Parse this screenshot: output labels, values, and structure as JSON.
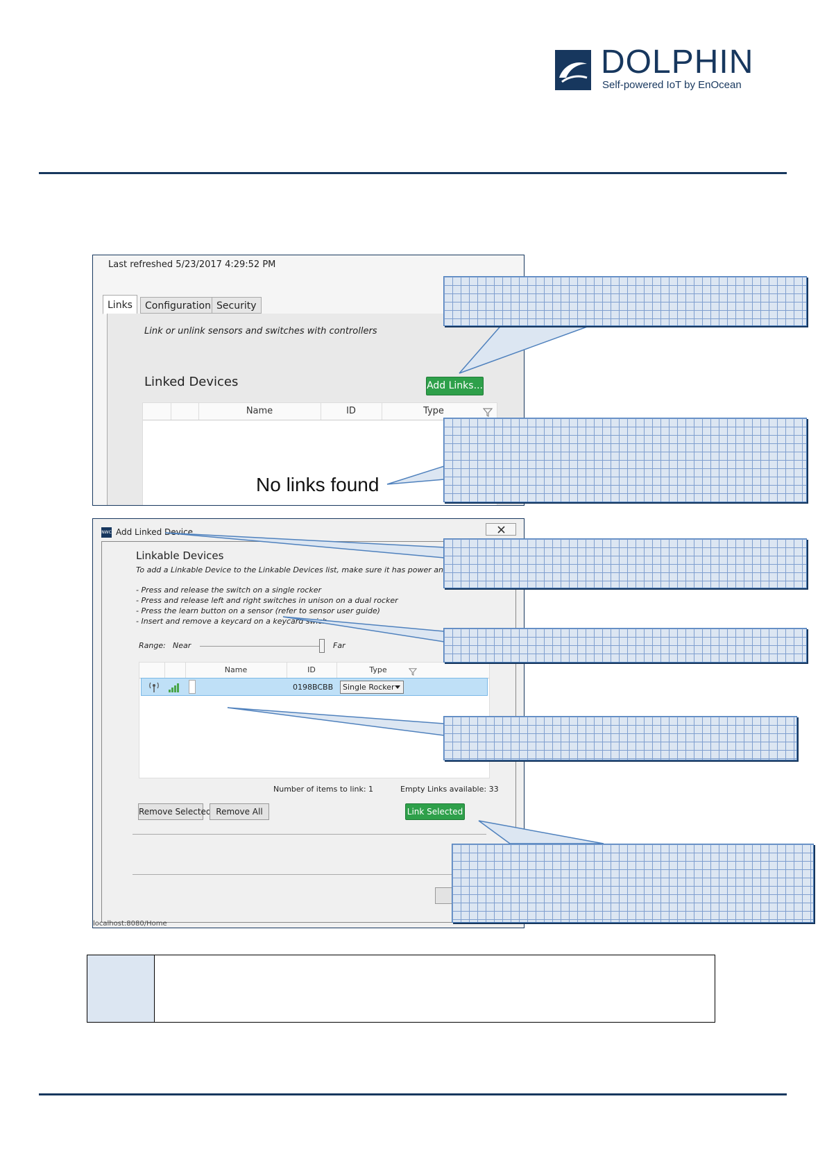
{
  "logo": {
    "name": "DOLPHIN",
    "tagline": "Self-powered IoT by EnOcean"
  },
  "screen1": {
    "last_refreshed": "Last refreshed 5/23/2017 4:29:52 PM",
    "tabs": [
      "Links",
      "Configuration",
      "Security"
    ],
    "description": "Link or unlink sensors and switches with controllers",
    "section_title": "Linked Devices",
    "add_links_button": "Add Links...",
    "columns": [
      "Name",
      "ID",
      "Type"
    ],
    "empty_message": "No links found"
  },
  "screen2": {
    "app_badge": "NWC",
    "title": "Add Linked Device",
    "section_title": "Linkable Devices",
    "intro": "To add a Linkable Device to the Linkable Devices list, make sure it has power and do one",
    "instructions": [
      "- Press and release the switch on a single rocker",
      "- Press and release left and right switches in unison on a dual rocker",
      "- Press the learn button on a sensor (refer to sensor user guide)",
      "- Insert and remove a keycard on a keycard swich"
    ],
    "range_label": "Range:",
    "range_near": "Near",
    "range_far": "Far",
    "range_level": 1.0,
    "columns": [
      "Name",
      "ID",
      "Type"
    ],
    "row": {
      "id": "0198BCBB",
      "type": "Single Rocker"
    },
    "items_to_link": "Number of items to link: 1",
    "empty_links": "Empty Links available: 33",
    "remove_selected_button": "Remove Selected",
    "remove_all_button": "Remove All",
    "link_selected_button": "Link Selected",
    "footer_text": "localhost:8080/Home"
  },
  "colors": {
    "brand": "#17375e",
    "accent_green": "#2ea04a",
    "callout_fill": "#dce6f2",
    "callout_border": "#4f81bd"
  }
}
